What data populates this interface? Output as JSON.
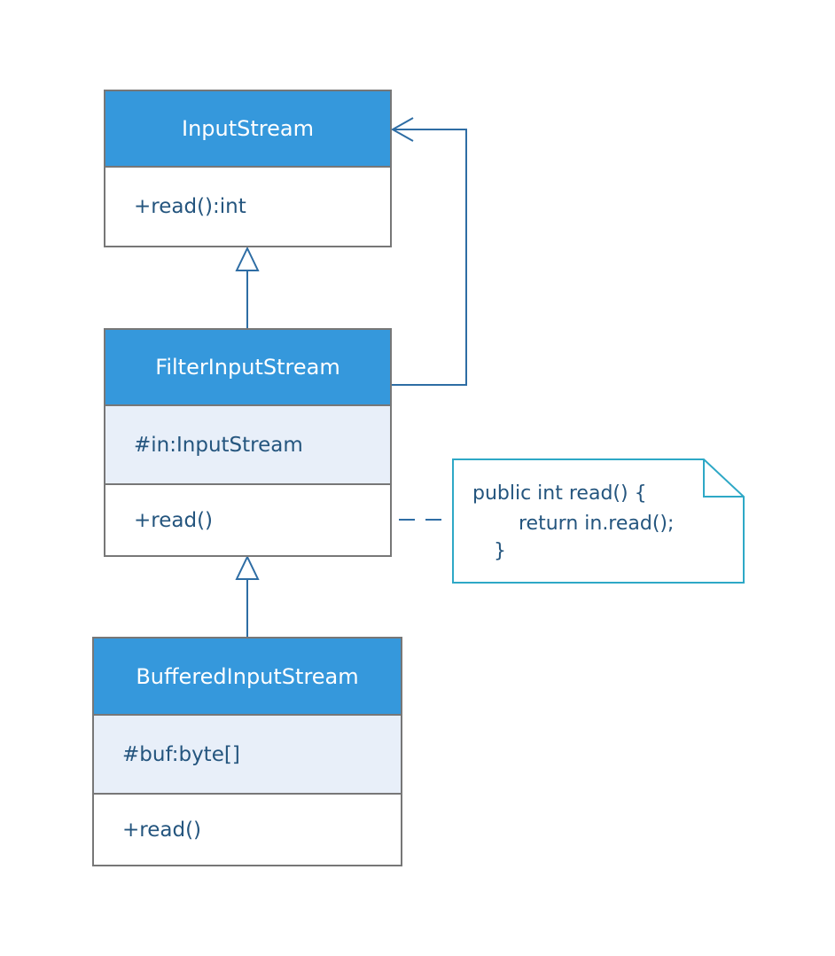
{
  "classes": {
    "input_stream": {
      "name": "InputStream",
      "operation": "+read():int"
    },
    "filter_input_stream": {
      "name": "FilterInputStream",
      "attribute": "#in:InputStream",
      "operation": "+read()"
    },
    "buffered_input_stream": {
      "name": "BufferedInputStream",
      "attribute": "#buf:byte[]",
      "operation": "+read()"
    }
  },
  "note": {
    "lines": [
      "public int read() {",
      "return in.read();",
      "}"
    ]
  },
  "colors": {
    "header": "#3598dc",
    "attribute_band": "#e8eff9",
    "border": "#777777",
    "text": "#24557e",
    "connector": "#2e6da4",
    "note_border": "#2ea8c6"
  }
}
